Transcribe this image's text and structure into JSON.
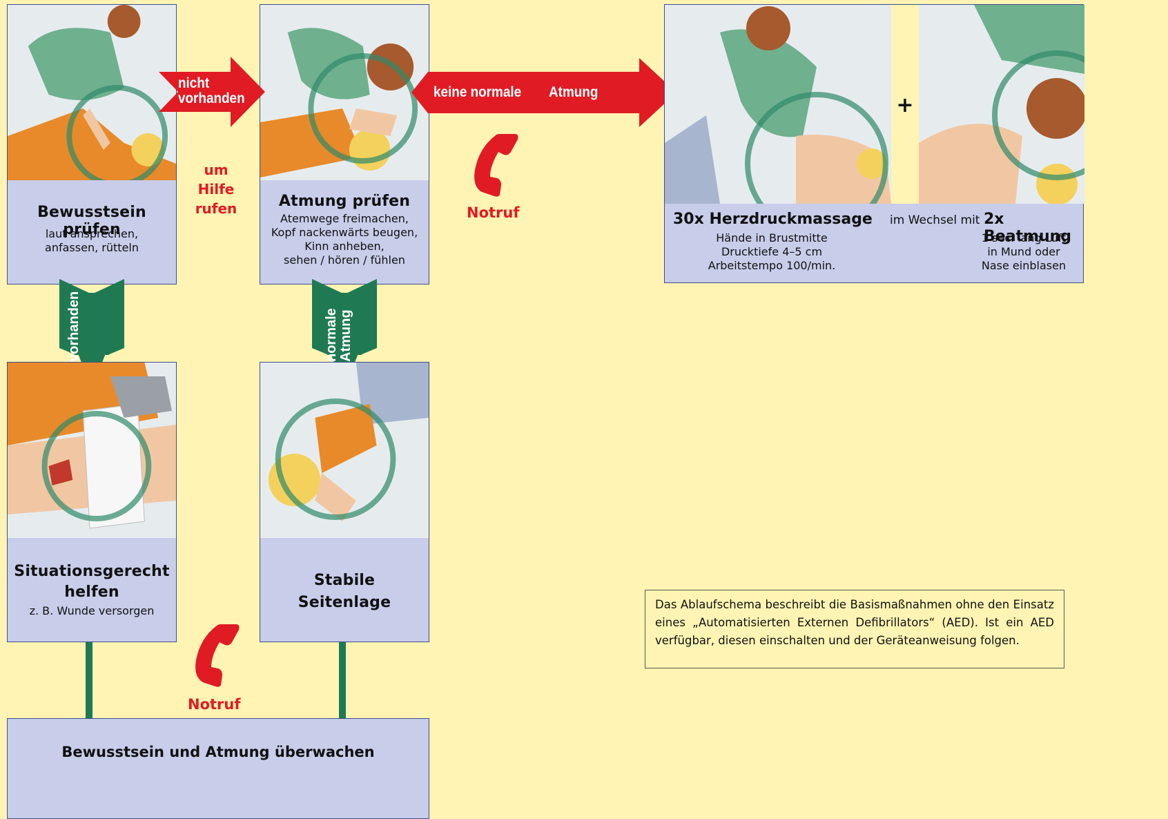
{
  "arrows": {
    "not_present": "nicht\nvorhanden",
    "present": "vorhanden",
    "no_normal_breathing_a": "keine normale",
    "no_normal_breathing_b": "Atmung",
    "normal_breathing": "normale\nAtmung"
  },
  "call_help": "um\nHilfe\nrufen",
  "emergency_call": "Notruf",
  "steps": {
    "consciousness": {
      "title": "Bewusstsein prüfen",
      "desc": "laut ansprechen,\nanfassen, rütteln"
    },
    "breathing": {
      "title": "Atmung prüfen",
      "desc": "Atemwege freimachen,\nKopf nackenwärts beugen,\nKinn anheben,\nsehen / hören / fühlen"
    },
    "situational": {
      "title": "Situationsgerecht\nhelfen",
      "desc": "z. B. Wunde versorgen"
    },
    "recovery": {
      "title": "Stabile\nSeitenlage"
    },
    "cpr": {
      "compressions_title": "30x Herzdruckmassage",
      "alternating": "im Wechsel mit",
      "ventilation_title": "2x Beatmung",
      "compressions_desc": "Hände in Brustmitte\nDrucktiefe 4–5 cm\nArbeitstempo 100/min.",
      "ventilation_desc": "1 sec. lang Luft\nin Mund oder\nNase einblasen",
      "plus": "+"
    },
    "monitor": {
      "title": "Bewusstsein und Atmung überwachen"
    }
  },
  "note": "Das Ablaufschema beschreibt die Basismaßnahmen ohne den Einsatz eines „Automatisierten Externen Defibrillators“ (AED). Ist ein AED verfügbar, diesen einschalten und der Geräteanweisung folgen.",
  "colors": {
    "background": "#fff4b3",
    "card": "#c8cdea",
    "arrow_red": "#e01b24",
    "arrow_green": "#1f7a53"
  }
}
